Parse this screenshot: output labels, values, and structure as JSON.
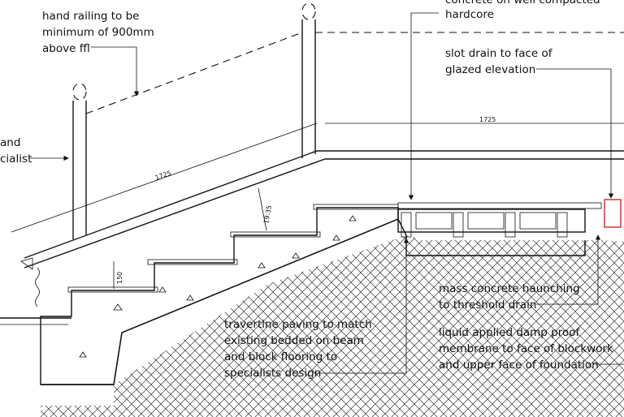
{
  "colors": {
    "line": "#111111",
    "background": "#ffffff",
    "drain_highlight": "#e02020"
  },
  "annotations": {
    "hand_railing": [
      "hand railing to be",
      "minimum of 900mm",
      "above ffl"
    ],
    "left_cut": [
      "and",
      "cialist"
    ],
    "top_cut": "concrete on well compacted",
    "hardcore": "hardcore",
    "slot_drain": [
      "slot drain to face of",
      "glazed elevation"
    ],
    "mass_concrete": [
      "mass concrete haunching",
      "to threshold drain"
    ],
    "travertine": [
      "travertine paving to match",
      "existing bedded on beam",
      "and block flooring to",
      "specialists design"
    ],
    "damp_proof": [
      "liquid applied damp proof",
      "membrane to face of blockwork",
      "and upper face of foundation"
    ]
  },
  "dimensions": {
    "rail_length": "1725",
    "landing_length": "1725",
    "step_pitch": "19.35",
    "riser_height": "150"
  }
}
